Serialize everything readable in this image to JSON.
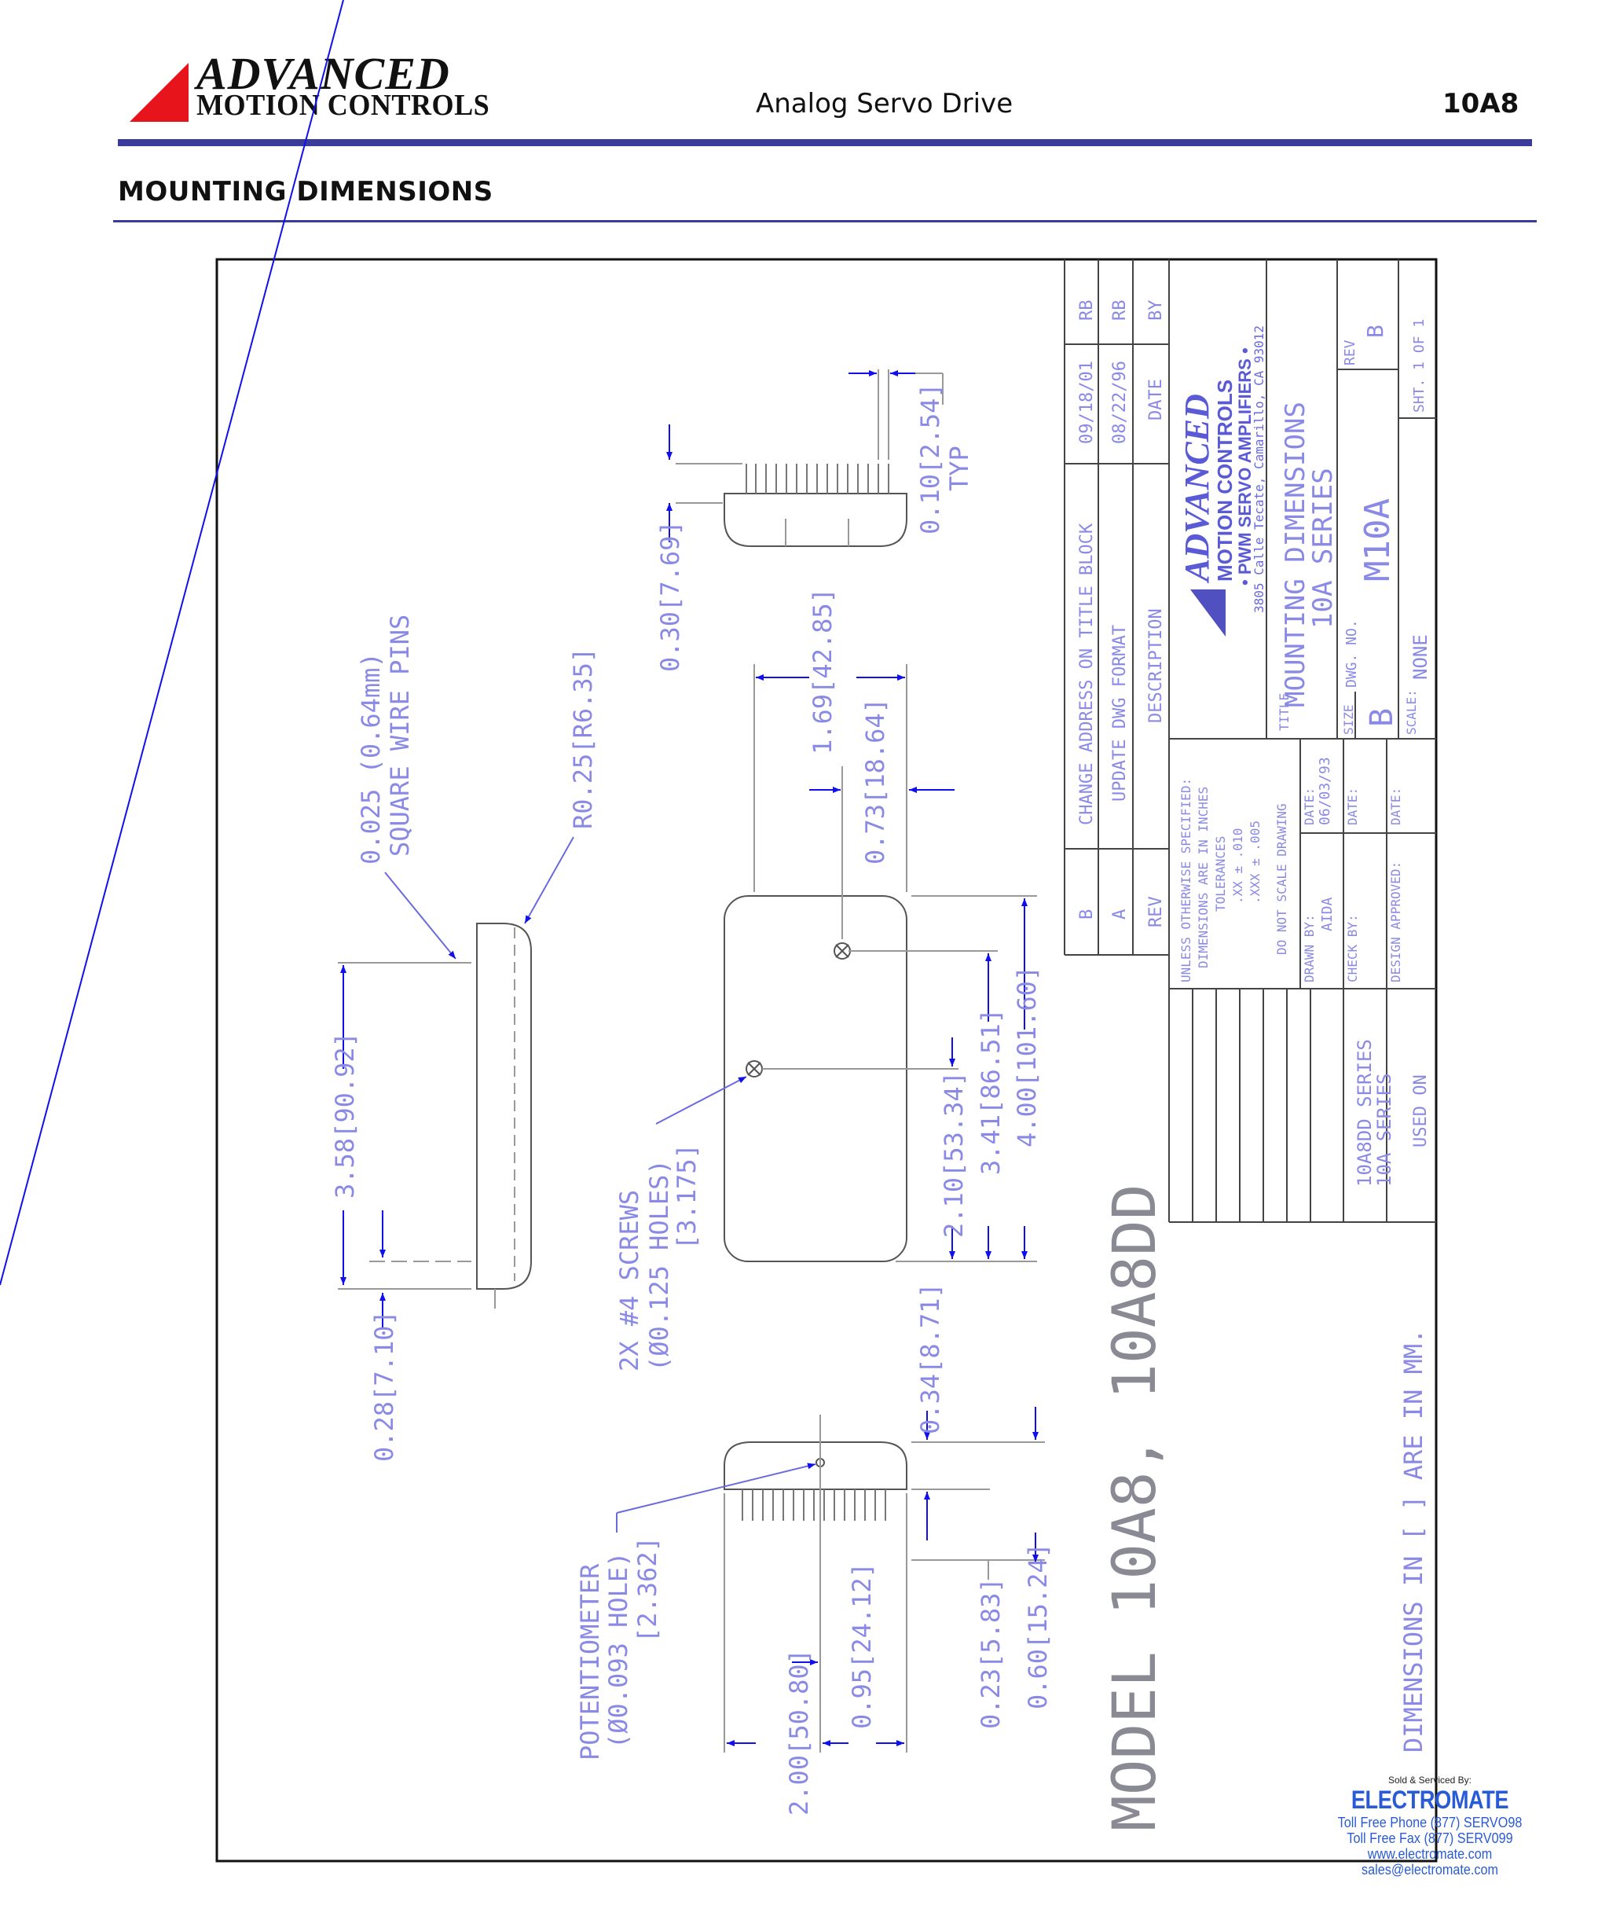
{
  "header": {
    "brand_line1": "ADVANCED",
    "brand_line2": "MOTION CONTROLS",
    "doc_title": "Analog Servo Drive",
    "model": "10A8"
  },
  "section": {
    "title": "MOUNTING DIMENSIONS"
  },
  "drawing": {
    "model_title": "MODEL 10A8, 10A8DD",
    "note": "DIMENSIONS IN [ ] ARE IN MM.",
    "side_view": {
      "pins": [
        "0.025 (0.64mm)",
        "SQUARE WIRE PINS"
      ],
      "radius": "R0.25[R6.35]",
      "height": "3.58[90.92]",
      "offset": "0.28[7.10]"
    },
    "front_view": {
      "screws": [
        "2X #4 SCREWS",
        "(Ø0.125 HOLES)",
        "[3.175]"
      ],
      "width": "1.69[42.85]",
      "hole_x": "0.73[18.64]",
      "hole_y1": "2.10[53.34]",
      "hole_y2": "3.41[86.51]",
      "length": "4.00[101.60]"
    },
    "top_view": {
      "thickness": "0.30[7.69]",
      "pitch": [
        "0.10[2.54]",
        "TYP"
      ]
    },
    "bottom_view": {
      "pot": [
        "POTENTIOMETER",
        "(Ø0.093 HOLE)",
        "[2.362]"
      ],
      "edge": "0.34[8.71]",
      "width": "2.00[50.80]",
      "pot_x": "0.95[24.12]",
      "pot_y": "0.23[5.83]",
      "depth": "0.60[15.24]"
    },
    "title_block": {
      "rev_b": "B",
      "rev_b_desc": "CHANGE ADDRESS ON TITLE BLOCK",
      "rev_b_date": "09/18/01",
      "rev_b_by": "RB",
      "rev_a": "A",
      "rev_a_desc": "UPDATE DWG FORMAT",
      "rev_a_date": "08/22/96",
      "rev_a_by": "RB",
      "col_rev": "REV",
      "col_desc": "DESCRIPTION",
      "col_date": "DATE",
      "col_by": "BY",
      "company1": "ADVANCED",
      "company2": "MOTION CONTROLS",
      "company3": "• PWM SERVO AMPLIFIERS •",
      "address": "3805 Calle Tecate, Camarillo, CA 93012",
      "title_label": "TITLE",
      "title_line1": "MOUNTING DIMENSIONS",
      "title_line2": "10A SERIES",
      "rev_label": "REV",
      "rev_value": "B",
      "size_label": "SIZE",
      "size_value": "B",
      "dwg_label": "DWG. NO.",
      "dwg_value": "M10A",
      "sheet": "SHT. 1 OF 1",
      "scale_label": "SCALE:",
      "scale_value": "NONE",
      "tol": [
        "UNLESS OTHERWISE SPECIFIED:",
        "DIMENSIONS ARE IN INCHES",
        "TOLERANCES",
        ".XX ± .010",
        ".XXX ± .005",
        "DO NOT SCALE DRAWING"
      ],
      "drawn_label": "DRAWN BY:",
      "drawn_value": "AIDA",
      "date_label": "DATE:",
      "drawn_date": "06/03/93",
      "check_label": "CHECK BY:",
      "approved_label": "DESIGN APPROVED:",
      "used_on": [
        "10A8DD SERIES",
        "10A SERIES",
        "USED ON"
      ]
    }
  },
  "distributor": {
    "sold_by": "Sold & Serviced By:",
    "name": "ELECTROMATE",
    "phone": "Toll Free Phone (877) SERVO98",
    "fax": "Toll Free Fax (877) SERV099",
    "web": "www.electromate.com",
    "email": "sales@electromate.com"
  },
  "colors": {
    "rule": "#3b3b9c",
    "dimension": "#6a6ae0",
    "arrow": "#1010ee",
    "logo_red": "#e8141b"
  }
}
